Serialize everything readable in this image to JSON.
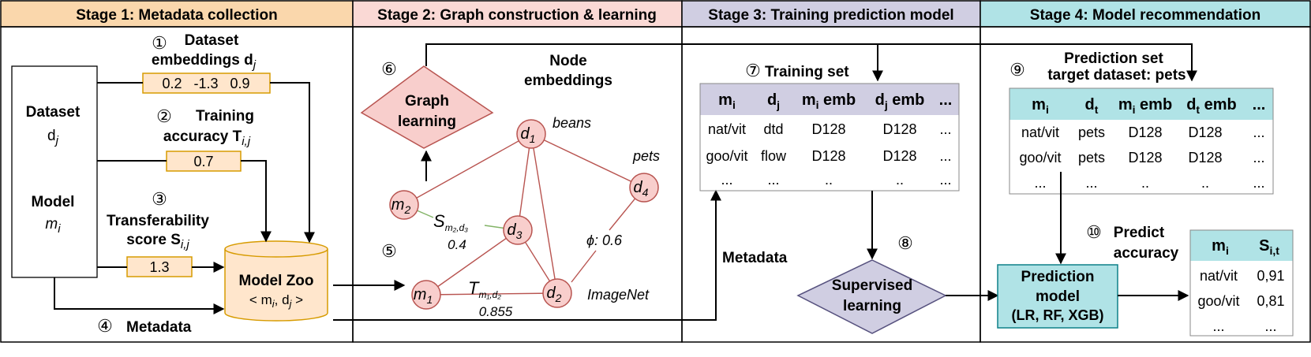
{
  "colors": {
    "stage1": "#fad7ac",
    "stage2": "#fad9d5",
    "stage3": "#d0cee2",
    "stage4": "#b0e3e6",
    "node_fill": "#f8cecc",
    "node_stroke": "#b85450",
    "orange_fill": "#ffe6cc",
    "orange_stroke": "#d79b00",
    "teal_fill": "#b0e3e6",
    "teal_stroke": "#0e8088",
    "purple_fill": "#d0cee2",
    "purple_stroke": "#56517e",
    "green_edge": "#82b366"
  },
  "stages": [
    "Stage 1: Metadata collection",
    "Stage 2: Graph construction & learning",
    "Stage 3: Training prediction model",
    "Stage 4: Model recommendation"
  ],
  "stage1": {
    "dataset_label": "Dataset",
    "dataset_var": "d",
    "dataset_sub": "j",
    "model_label": "Model",
    "model_var": "m",
    "model_sub": "i",
    "step1_num": "①",
    "step1_line1": "Dataset",
    "step1_line2": "embeddings d",
    "step1_sub": "j",
    "embedding_values": "0.2   -1.3   0.9",
    "step2_num": "②",
    "step2_line1": "Training",
    "step2_line2": "accuracy T",
    "step2_sub": "i,j",
    "accuracy_value": "0.7",
    "step3_num": "③",
    "step3_line1": "Transferability",
    "step3_line2": "score S",
    "step3_sub": "i,j",
    "score_value": "1.3",
    "step4_num": "④",
    "step4_label": "Metadata",
    "zoo_title": "Model Zoo",
    "zoo_tuple": "< m",
    "zoo_tuple_sub1": "i",
    "zoo_tuple_mid": ", d",
    "zoo_tuple_sub2": "j",
    "zoo_tuple_end": " >"
  },
  "stage2": {
    "step5_num": "⑤",
    "step6_num": "⑥",
    "graph_learning_1": "Graph",
    "graph_learning_2": "learning",
    "node_emb_1": "Node",
    "node_emb_2": "embeddings",
    "nodes": [
      {
        "id": "d1",
        "base": "d",
        "sub": "1",
        "tag": "beans"
      },
      {
        "id": "d4",
        "base": "d",
        "sub": "4",
        "tag": "pets"
      },
      {
        "id": "m2",
        "base": "m",
        "sub": "2",
        "tag": ""
      },
      {
        "id": "d3",
        "base": "d",
        "sub": "3",
        "tag": ""
      },
      {
        "id": "m1",
        "base": "m",
        "sub": "1",
        "tag": ""
      },
      {
        "id": "d2",
        "base": "d",
        "sub": "2",
        "tag": "ImageNet"
      }
    ],
    "s_label": "S",
    "s_sub": "m₂,d₃",
    "s_value": "0.4",
    "t_label": "T",
    "t_sub": "m₁,d₂",
    "t_value": "0.855",
    "phi_label": "ϕ: 0.6"
  },
  "stage3": {
    "step7_num": "⑦",
    "training_set_label": "Training set",
    "metadata_label": "Metadata",
    "step8_num": "⑧",
    "supervised_1": "Supervised",
    "supervised_2": "learning",
    "table_headers": [
      {
        "base": "m",
        "sub": "i",
        "rest": ""
      },
      {
        "base": "d",
        "sub": "j",
        "rest": ""
      },
      {
        "base": "m",
        "sub": "i",
        "rest": " emb"
      },
      {
        "base": "d",
        "sub": "j",
        "rest": " emb"
      },
      {
        "base": "...",
        "sub": "",
        "rest": ""
      }
    ],
    "table_rows": [
      [
        "nat/vit",
        "dtd",
        "D128",
        "D128",
        "..."
      ],
      [
        "goo/vit",
        "flow",
        "D128",
        "D128",
        "..."
      ],
      [
        "...",
        "...",
        "..",
        "..",
        "..."
      ]
    ]
  },
  "stage4": {
    "step9_num": "⑨",
    "prediction_set_1": "Prediction set",
    "prediction_set_2": "target dataset: pets",
    "table_headers": [
      {
        "base": "m",
        "sub": "i",
        "rest": ""
      },
      {
        "base": "d",
        "sub": "t",
        "rest": ""
      },
      {
        "base": "m",
        "sub": "i",
        "rest": " emb"
      },
      {
        "base": "d",
        "sub": "t",
        "rest": " emb"
      },
      {
        "base": "...",
        "sub": "",
        "rest": ""
      }
    ],
    "table_rows": [
      [
        "nat/vit",
        "pets",
        "D128",
        "D128",
        "..."
      ],
      [
        "goo/vit",
        "pets",
        "D128",
        "D128",
        "..."
      ],
      [
        "...",
        "...",
        "..",
        "..",
        "..."
      ]
    ],
    "step10_num": "⑩",
    "predict_1": "Predict",
    "predict_2": "accuracy",
    "pred_model_1": "Prediction",
    "pred_model_2": "model",
    "pred_model_3": "(LR, RF, XGB)",
    "result_headers": [
      {
        "base": "m",
        "sub": "i"
      },
      {
        "base": "S",
        "sub": "i,t"
      }
    ],
    "result_rows": [
      [
        "nat/vit",
        "0,91"
      ],
      [
        "goo/vit",
        "0,81"
      ],
      [
        "...",
        "..."
      ]
    ]
  }
}
